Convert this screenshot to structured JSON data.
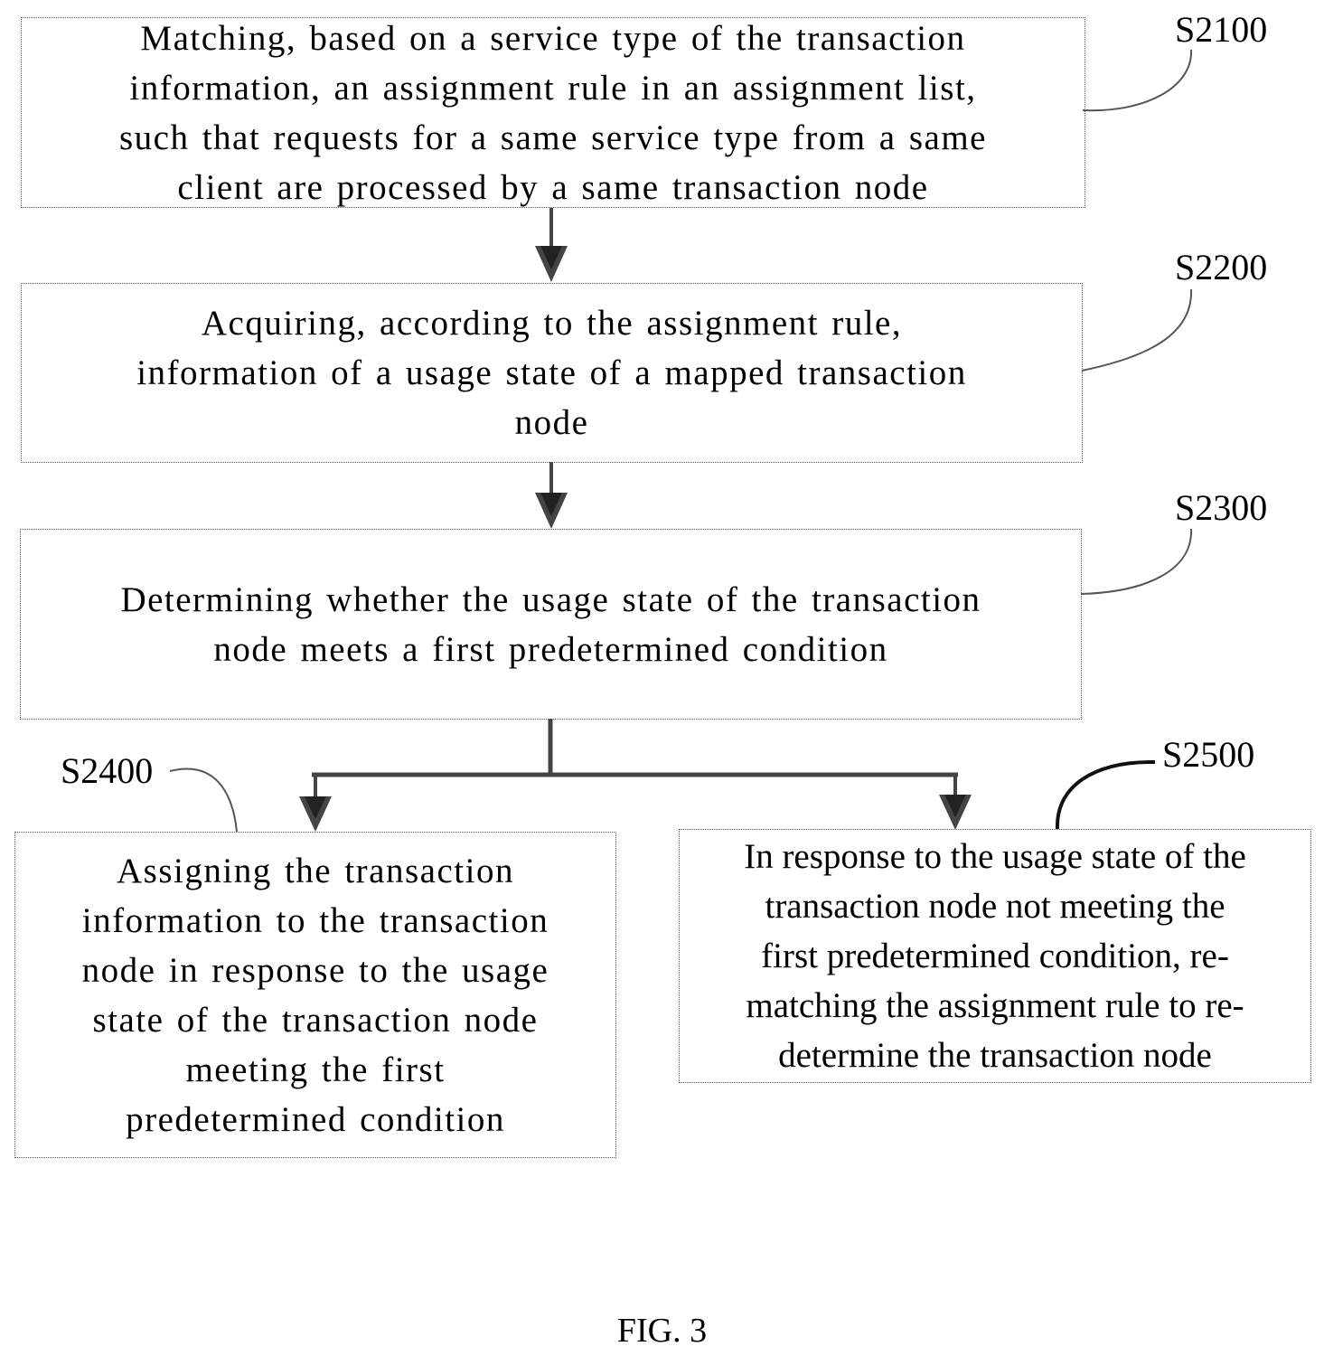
{
  "steps": [
    {
      "id": "S2100",
      "label": "S2100",
      "lines": [
        "Matching, based on a service type of the transaction",
        "information, an assignment rule in an assignment list,",
        "such that requests for a same service type from a same",
        "client are processed by a same transaction node"
      ]
    },
    {
      "id": "S2200",
      "label": "S2200",
      "lines": [
        "Acquiring, according to the assignment rule,",
        "information of a usage state of a mapped transaction",
        "node"
      ]
    },
    {
      "id": "S2300",
      "label": "S2300",
      "lines": [
        "Determining whether the usage state of the transaction",
        "node meets a first predetermined condition"
      ]
    },
    {
      "id": "S2400",
      "label": "S2400",
      "lines": [
        "Assigning the transaction",
        "information to the transaction",
        "node in response to the usage",
        "state of the transaction node",
        "meeting the first",
        "predetermined condition"
      ]
    },
    {
      "id": "S2500",
      "label": "S2500",
      "lines": [
        "In response to the usage state of the",
        "transaction node not meeting the",
        "first predetermined condition, re-",
        "matching the assignment rule to re-",
        "determine the transaction node"
      ]
    }
  ],
  "figure_caption": "FIG. 3"
}
